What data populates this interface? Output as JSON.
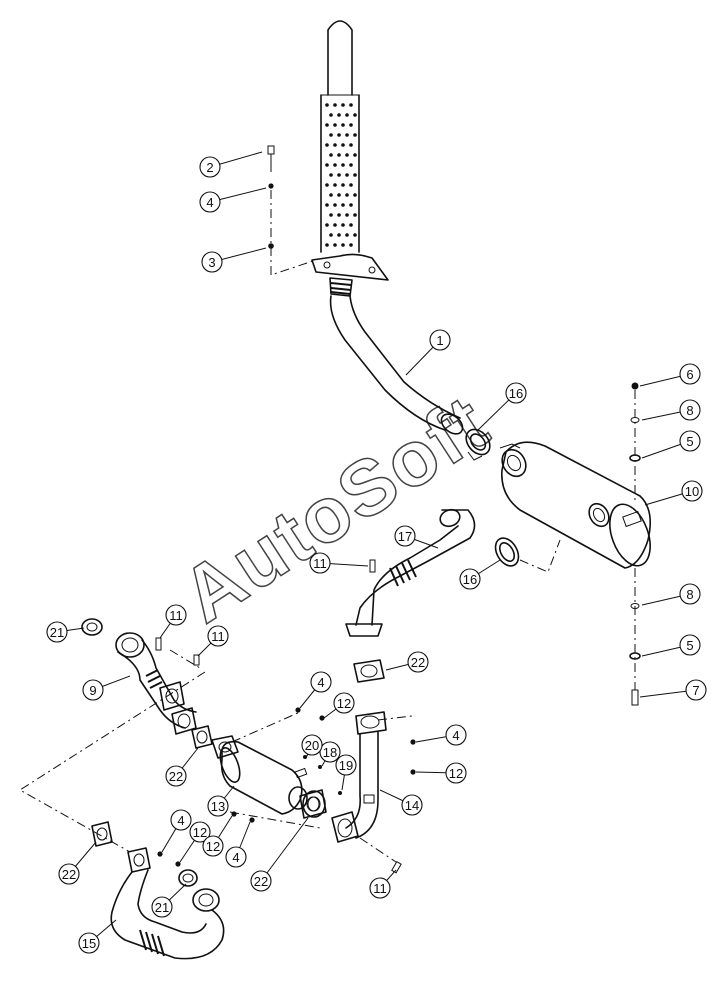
{
  "watermark": "AutoSoft",
  "callouts": [
    {
      "id": "c1",
      "label": "1"
    },
    {
      "id": "c2",
      "label": "2"
    },
    {
      "id": "c3",
      "label": "3"
    },
    {
      "id": "c4a",
      "label": "4"
    },
    {
      "id": "c4b",
      "label": "4"
    },
    {
      "id": "c4c",
      "label": "4"
    },
    {
      "id": "c4d",
      "label": "4"
    },
    {
      "id": "c4e",
      "label": "4"
    },
    {
      "id": "c5a",
      "label": "5"
    },
    {
      "id": "c5b",
      "label": "5"
    },
    {
      "id": "c6",
      "label": "6"
    },
    {
      "id": "c7",
      "label": "7"
    },
    {
      "id": "c8a",
      "label": "8"
    },
    {
      "id": "c8b",
      "label": "8"
    },
    {
      "id": "c9",
      "label": "9"
    },
    {
      "id": "c10",
      "label": "10"
    },
    {
      "id": "c11a",
      "label": "11"
    },
    {
      "id": "c11b",
      "label": "11"
    },
    {
      "id": "c11c",
      "label": "11"
    },
    {
      "id": "c11d",
      "label": "11"
    },
    {
      "id": "c12a",
      "label": "12"
    },
    {
      "id": "c12b",
      "label": "12"
    },
    {
      "id": "c12c",
      "label": "12"
    },
    {
      "id": "c12d",
      "label": "12"
    },
    {
      "id": "c13",
      "label": "13"
    },
    {
      "id": "c14",
      "label": "14"
    },
    {
      "id": "c15",
      "label": "15"
    },
    {
      "id": "c16a",
      "label": "16"
    },
    {
      "id": "c16b",
      "label": "16"
    },
    {
      "id": "c17",
      "label": "17"
    },
    {
      "id": "c18",
      "label": "18"
    },
    {
      "id": "c19",
      "label": "19"
    },
    {
      "id": "c20",
      "label": "20"
    },
    {
      "id": "c21a",
      "label": "21"
    },
    {
      "id": "c21b",
      "label": "21"
    },
    {
      "id": "c22a",
      "label": "22"
    },
    {
      "id": "c22b",
      "label": "22"
    },
    {
      "id": "c22c",
      "label": "22"
    },
    {
      "id": "c22d",
      "label": "22"
    }
  ]
}
